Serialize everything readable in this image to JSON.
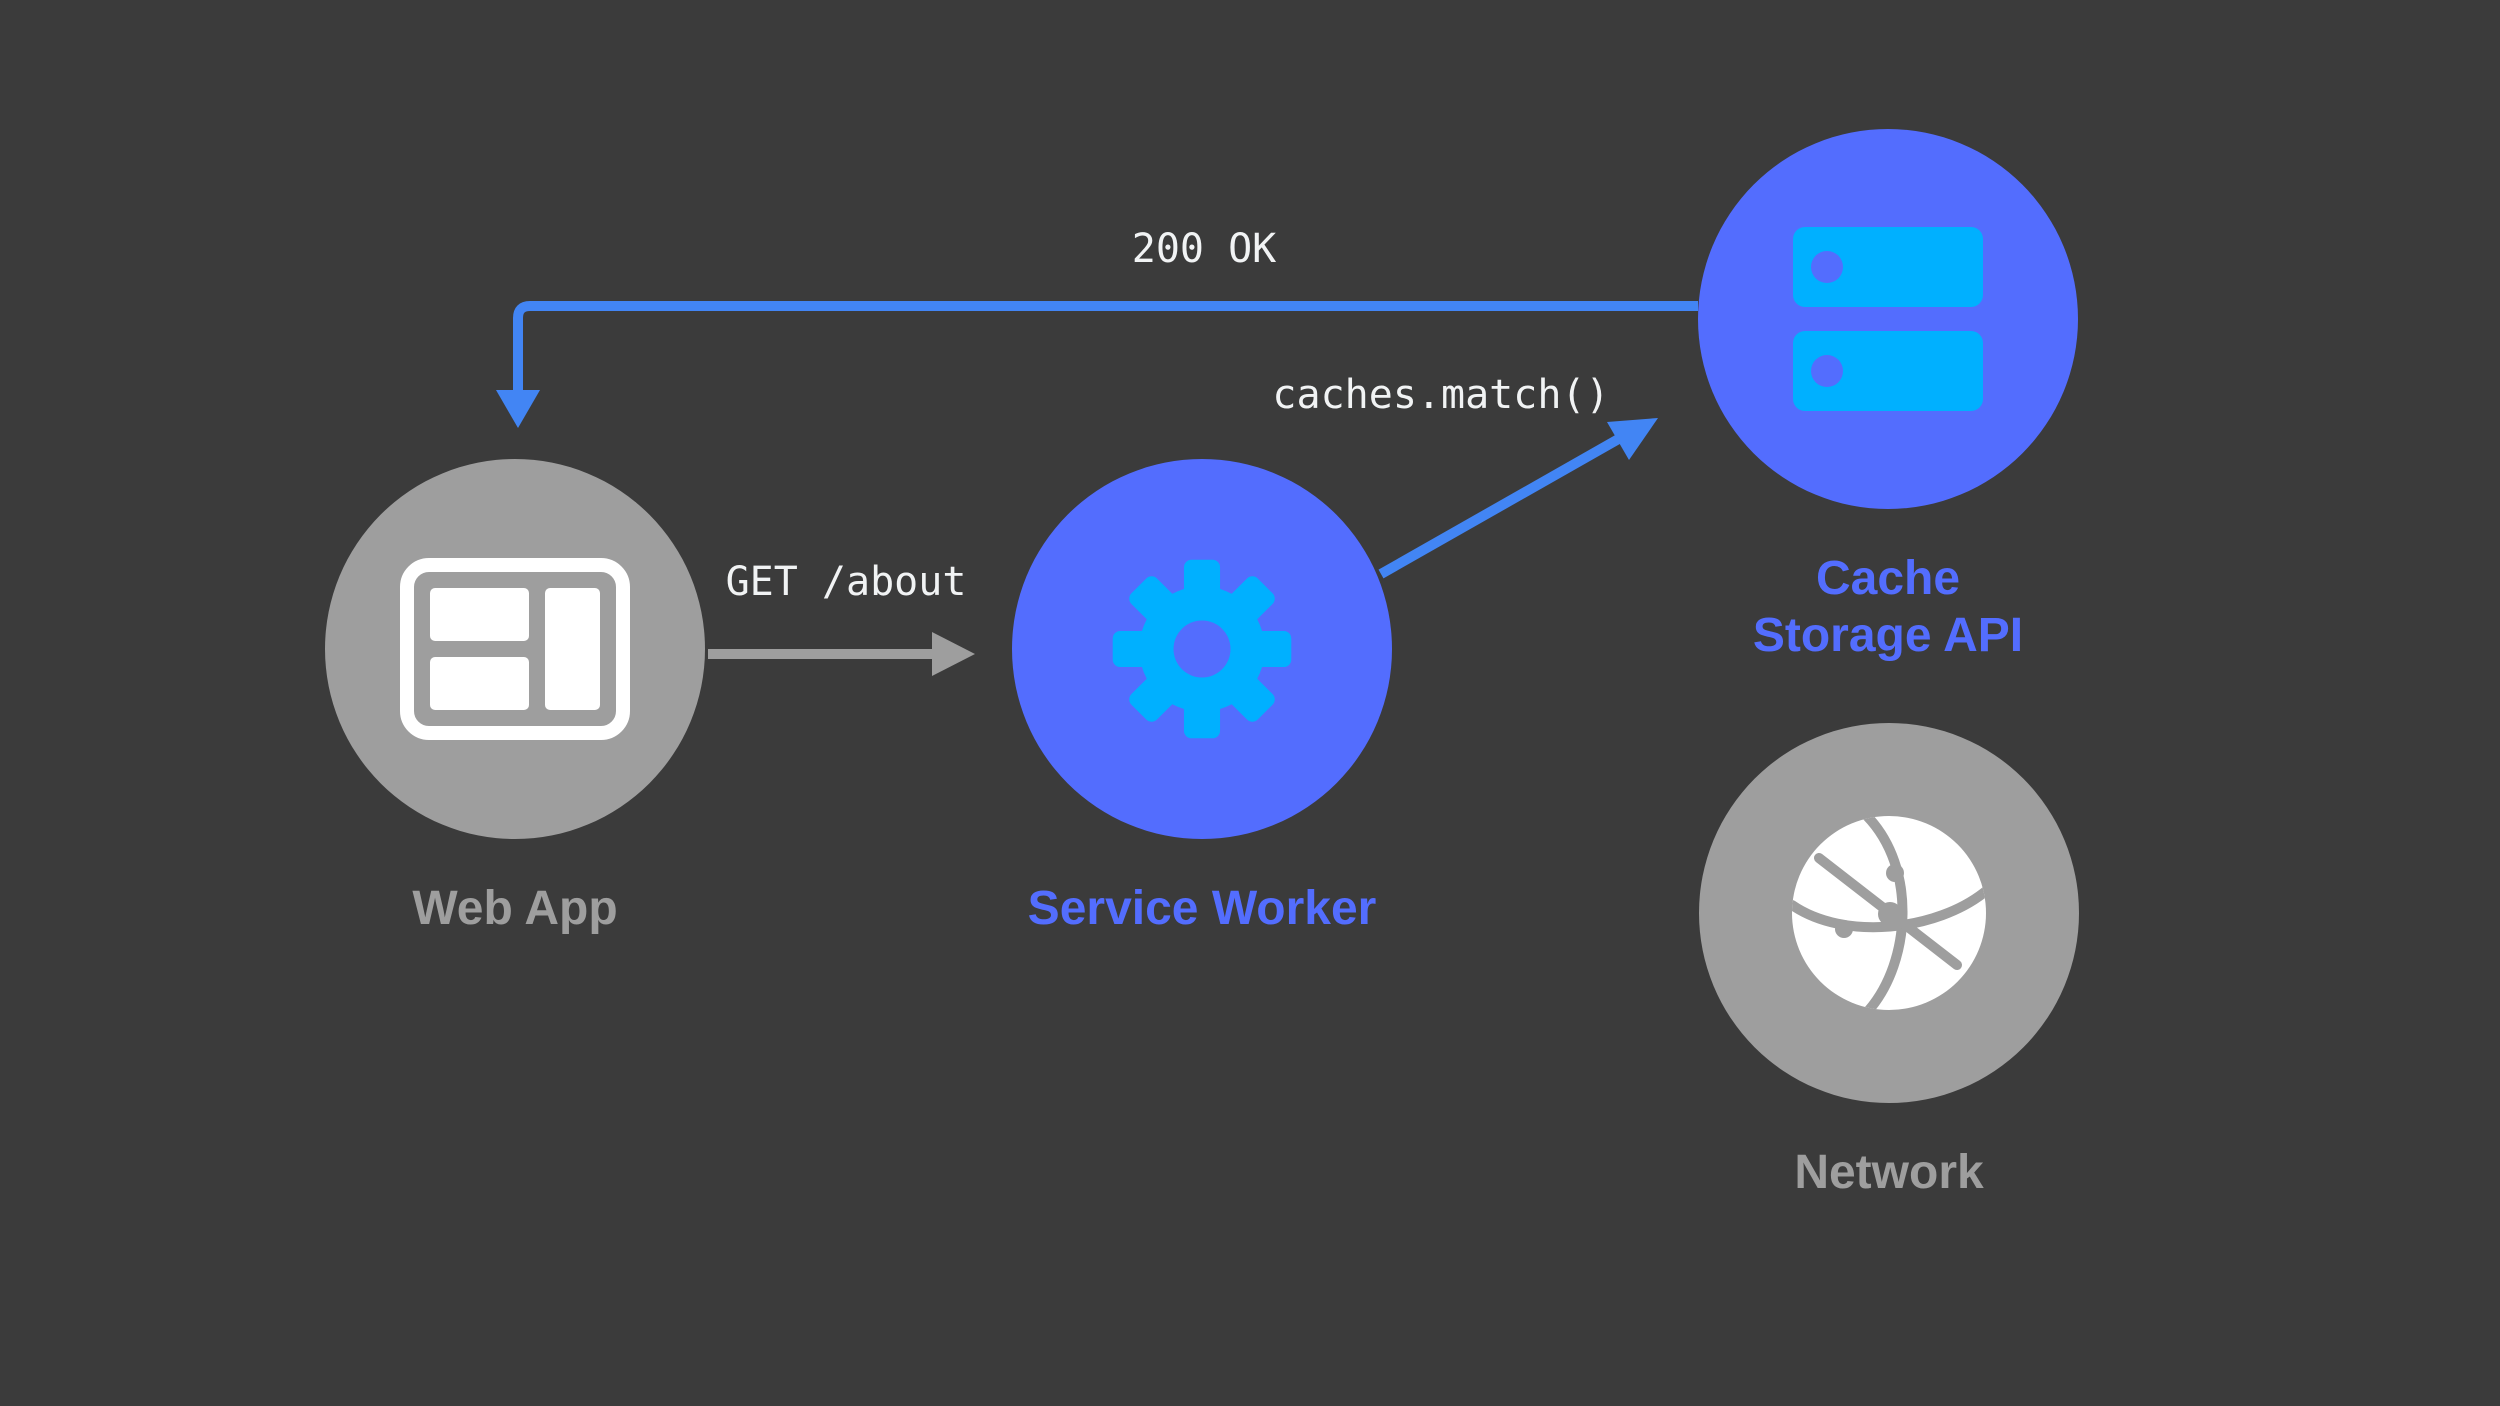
{
  "diagram": {
    "nodes": {
      "web_app": {
        "label": "Web App",
        "icon": "browser-window-icon"
      },
      "service_worker": {
        "label": "Service Worker",
        "icon": "gear-icon"
      },
      "cache_storage": {
        "lines": [
          "Cache",
          "Storage API"
        ],
        "icon": "server-stack-icon"
      },
      "network": {
        "label": "Network",
        "icon": "globe-icon"
      }
    },
    "arrows": {
      "request": {
        "label": "GET /about"
      },
      "cache_match": {
        "label": "caches.match()"
      },
      "response": {
        "label": "200 OK"
      }
    }
  },
  "colors": {
    "background": "#3b3b3b",
    "gray-node": "#9e9e9e",
    "blue-node": "#536dfe",
    "icon-cyan": "#00b0ff",
    "icon-white": "#ffffff",
    "arrow-blue": "#4285f4",
    "arrow-gray": "#9e9e9e",
    "label-gray": "#9e9e9e",
    "label-blue": "#536dfe",
    "mono-text": "#f1f3f4"
  }
}
